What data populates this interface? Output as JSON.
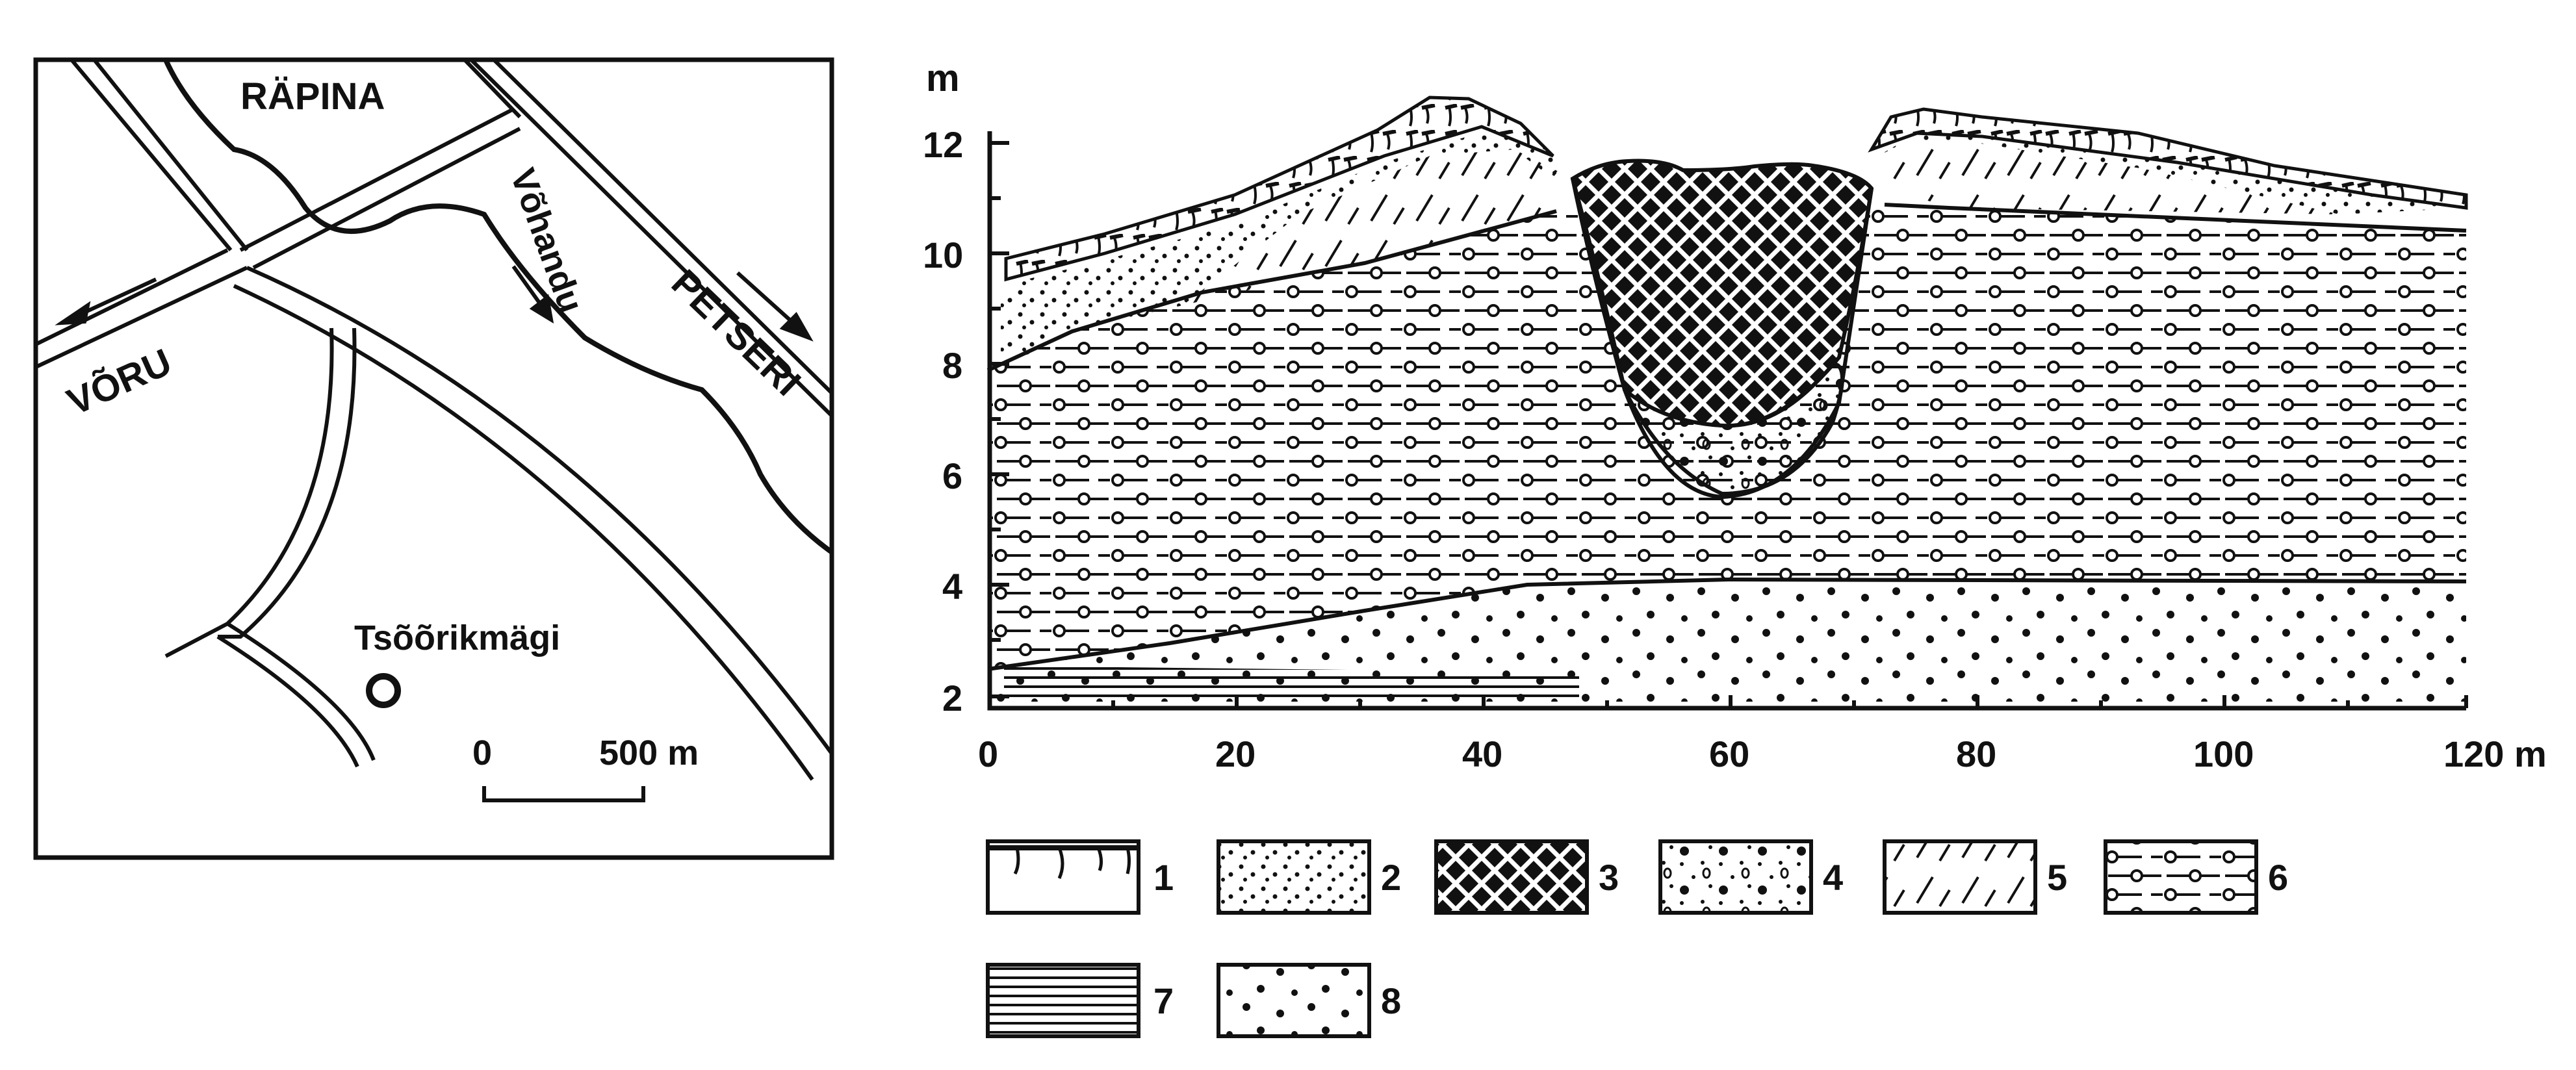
{
  "map": {
    "places": {
      "rapina": "RÄPINA",
      "voru": "VÕRU",
      "petseri": "PETSERI",
      "river": "Võhandu",
      "site": "Tsõõrikmägi"
    },
    "scale_bar": {
      "start": "0",
      "end": "500 m"
    }
  },
  "section": {
    "y_unit": "m",
    "x_unit": "m",
    "y_ticks": [
      "2",
      "4",
      "6",
      "8",
      "10",
      "12"
    ],
    "x_ticks": [
      "0",
      "20",
      "40",
      "60",
      "80",
      "100",
      "120 m"
    ]
  },
  "legend": {
    "items": [
      {
        "label": "1",
        "pattern": "soil"
      },
      {
        "label": "2",
        "pattern": "fine-dots"
      },
      {
        "label": "3",
        "pattern": "cross-hatch"
      },
      {
        "label": "4",
        "pattern": "dots-and-pebbles"
      },
      {
        "label": "5",
        "pattern": "diagonal-dashes"
      },
      {
        "label": "6",
        "pattern": "dashes-and-circles"
      },
      {
        "label": "7",
        "pattern": "horizontal-lines"
      },
      {
        "label": "8",
        "pattern": "coarse-dots"
      }
    ]
  },
  "colors": {
    "ink": "#111111",
    "paper": "#ffffff"
  }
}
